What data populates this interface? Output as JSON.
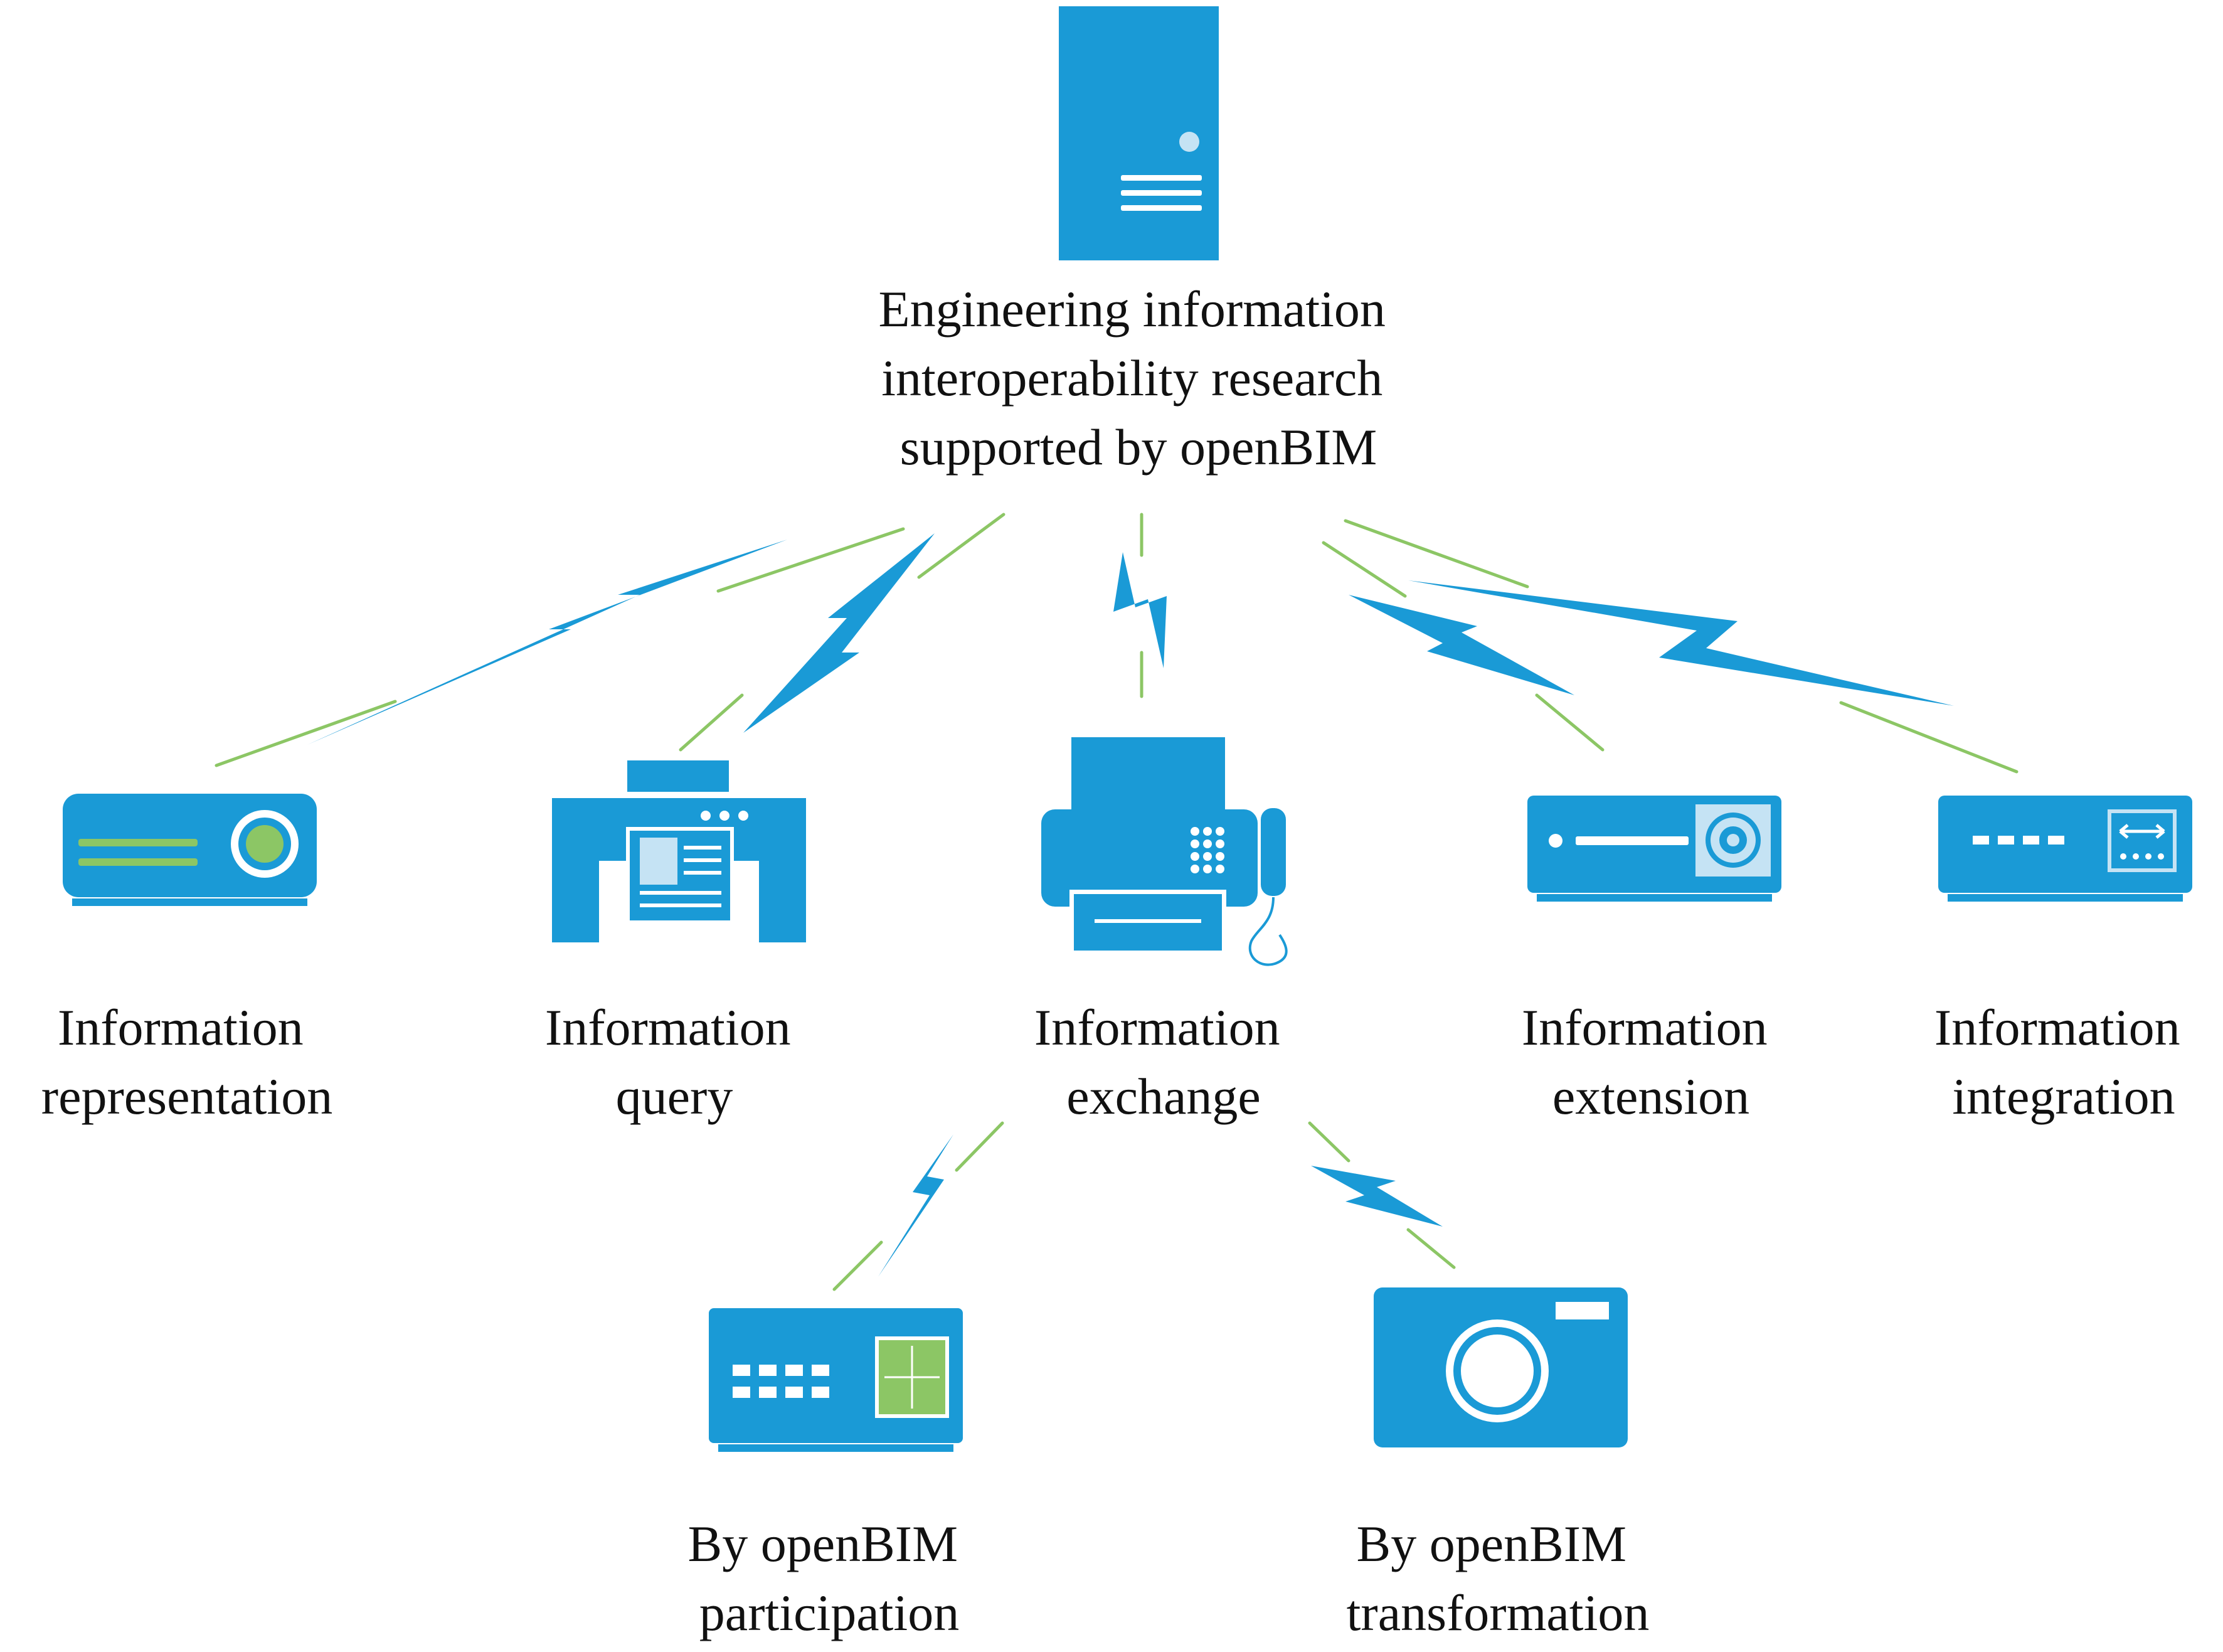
{
  "colors": {
    "icon_blue": "#1a9ad6",
    "link_green": "#8cc665",
    "bolt_blue": "#1a9ad6",
    "text": "#111111",
    "screen_light": "#c5e3f4",
    "accent_green": "#8cc665"
  },
  "root": {
    "icon": "server-icon",
    "label_lines": [
      "Engineering information",
      "interoperability research",
      "supported by openBIM"
    ]
  },
  "branches": [
    {
      "icon": "projector-icon",
      "label_lines": [
        "Information",
        "representation"
      ]
    },
    {
      "icon": "copier-icon",
      "label_lines": [
        "Information",
        "query"
      ]
    },
    {
      "icon": "fax-machine-icon",
      "label_lines": [
        "Information",
        "exchange"
      ]
    },
    {
      "icon": "media-player-icon",
      "label_lines": [
        "Information",
        "extension"
      ]
    },
    {
      "icon": "network-device-icon",
      "label_lines": [
        "Information",
        "integration"
      ]
    }
  ],
  "sub_branches": [
    {
      "icon": "network-switch-icon",
      "label_lines": [
        "By openBIM",
        "participation"
      ]
    },
    {
      "icon": "camera-icon",
      "label_lines": [
        "By openBIM",
        "transformation"
      ]
    }
  ]
}
